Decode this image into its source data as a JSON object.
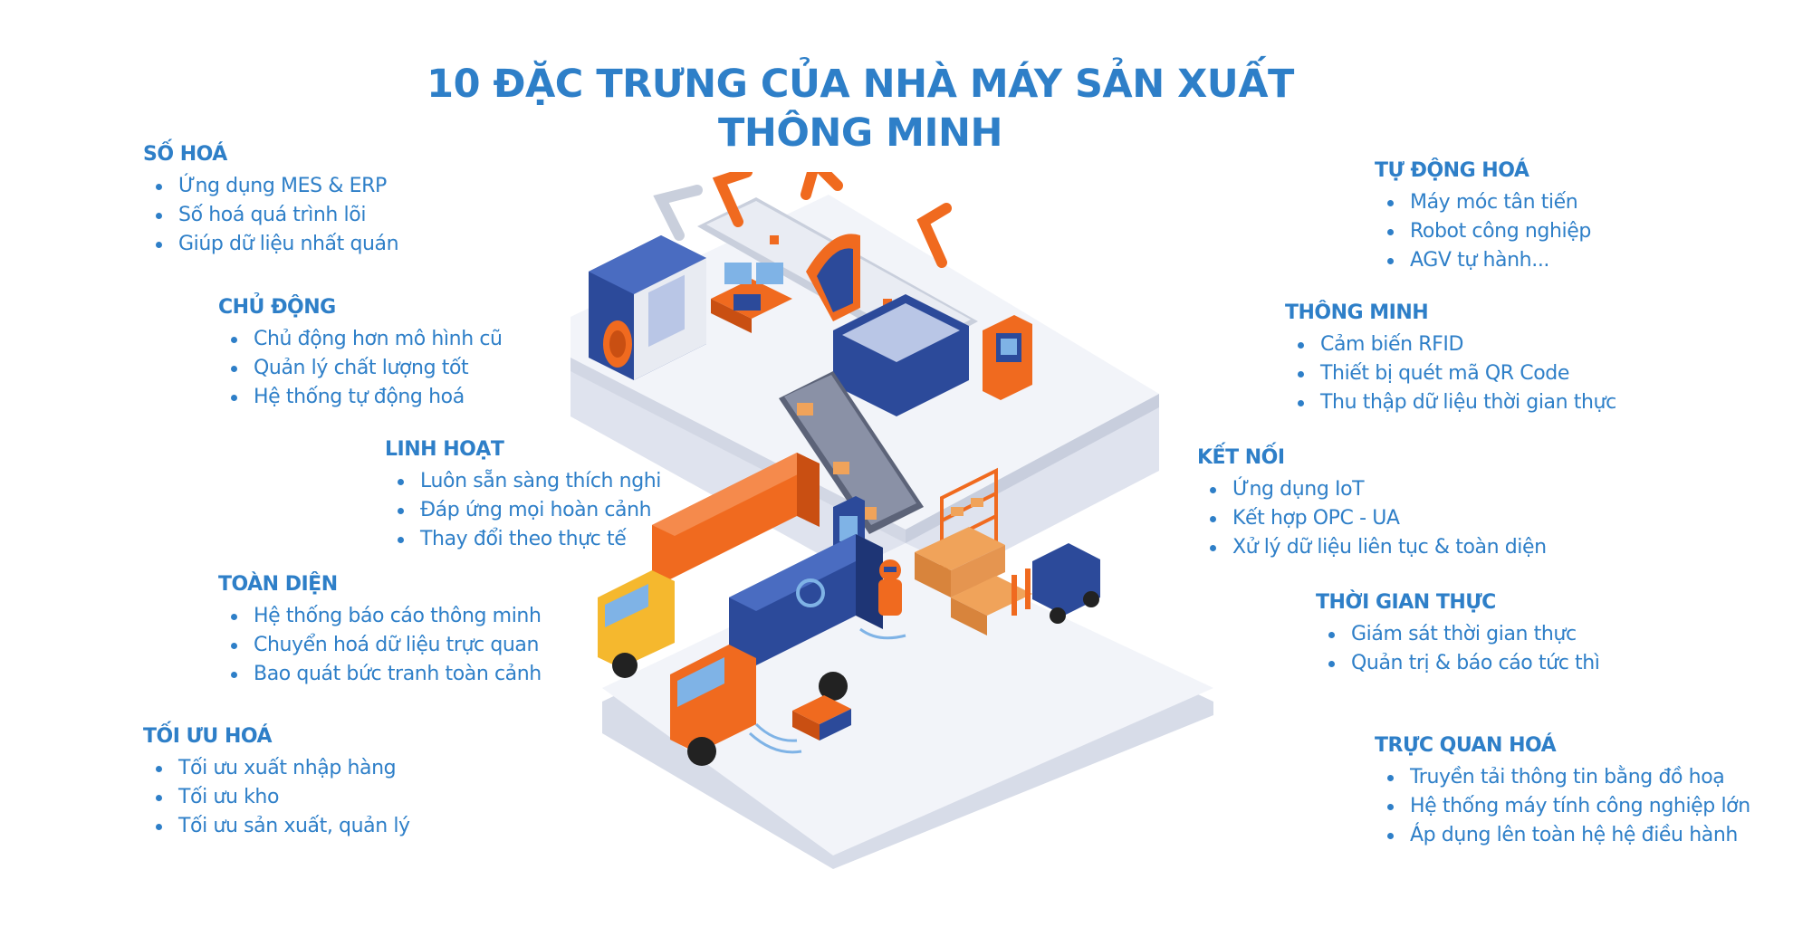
{
  "title": {
    "line1": "10 ĐẶC TRƯNG CỦA NHÀ MÁY SẢN XUẤT",
    "line2": "THÔNG MINH"
  },
  "features": {
    "so_hoa": {
      "heading": "SỐ HOÁ",
      "items": [
        "Ứng dụng MES & ERP",
        "Số hoá quá trình lõi",
        "Giúp dữ liệu nhất quán"
      ]
    },
    "chu_dong": {
      "heading": "CHỦ ĐỘNG",
      "items": [
        "Chủ động hơn mô hình cũ",
        "Quản lý chất lượng tốt",
        "Hệ thống tự động hoá"
      ]
    },
    "linh_hoat": {
      "heading": "LINH HOẠT",
      "items": [
        "Luôn sẵn sàng thích nghi",
        "Đáp ứng mọi hoàn cảnh",
        "Thay đổi theo thực tế"
      ]
    },
    "toan_dien": {
      "heading": "TOÀN DIỆN",
      "items": [
        "Hệ thống báo cáo thông minh",
        "Chuyển hoá dữ liệu trực quan",
        "Bao quát bức tranh toàn cảnh"
      ]
    },
    "toi_uu_hoa": {
      "heading": "TỐI ƯU HOÁ",
      "items": [
        "Tối ưu xuất nhập hàng",
        "Tối ưu kho",
        "Tối ưu sản xuất, quản lý"
      ]
    },
    "tu_dong_hoa": {
      "heading": "TỰ ĐỘNG HOÁ",
      "items": [
        "Máy móc tân tiến",
        "Robot công nghiệp",
        "AGV tự hành..."
      ]
    },
    "thong_minh": {
      "heading": "THÔNG MINH",
      "items": [
        "Cảm biến RFID",
        "Thiết bị quét mã QR Code",
        "Thu thập dữ liệu thời gian thực"
      ]
    },
    "ket_noi": {
      "heading": "KẾT NỐI",
      "items": [
        "Ứng dụng IoT",
        "Kết hợp OPC - UA",
        "Xử lý dữ liệu liên tục & toàn diện"
      ]
    },
    "thoi_gian_thuc": {
      "heading": "THỜI GIAN THỰC",
      "items": [
        "Giám sát thời gian thực",
        "Quản trị & báo cáo tức thì"
      ]
    },
    "truc_quan_hoa": {
      "heading": "TRỰC QUAN HOÁ",
      "items": [
        "Truyền tải thông tin bằng đồ hoạ",
        "Hệ thống máy tính công nghiệp lớn",
        "Áp dụng lên toàn hệ hệ điều hành"
      ]
    }
  },
  "colors": {
    "text_blue": "#2e7fc8",
    "orange": "#f06a1f",
    "navy": "#2c4a9a",
    "platform": "#eef0f7"
  },
  "illustration": {
    "icons": [
      "factory-robot-arm-icon",
      "conveyor-belt-icon",
      "truck-icon",
      "forklift-icon",
      "agv-robot-icon",
      "control-panel-icon",
      "warehouse-shelf-icon"
    ]
  }
}
